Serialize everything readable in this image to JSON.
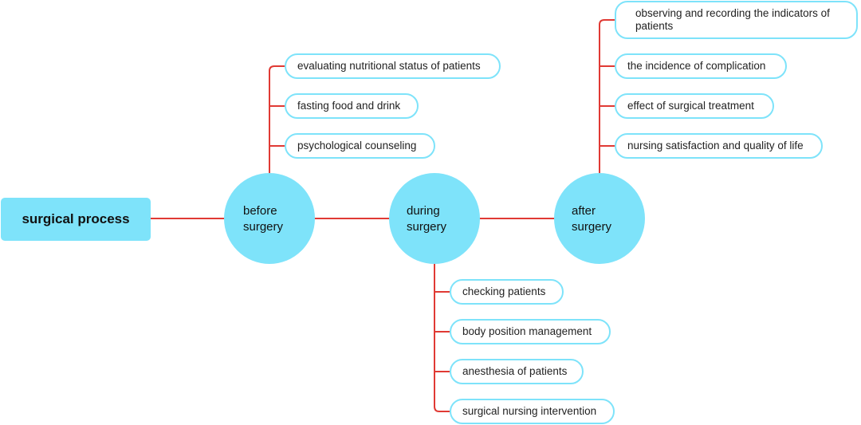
{
  "colors": {
    "accent": "#7ee3fa",
    "connector": "#e03a34"
  },
  "root": {
    "label": "surgical process"
  },
  "stages": [
    {
      "label": [
        "before",
        "surgery"
      ],
      "items": [
        "evaluating nutritional status of patients",
        "fasting food and drink",
        "psychological counseling"
      ]
    },
    {
      "label": [
        "during",
        "surgery"
      ],
      "items": [
        "checking patients",
        "body position management",
        "anesthesia of patients",
        "surgical nursing intervention"
      ]
    },
    {
      "label": [
        "after",
        "surgery"
      ],
      "items": [
        "observing and recording the indicators of patients",
        "the incidence of complication",
        "effect of surgical treatment",
        "nursing satisfaction and quality of life"
      ]
    }
  ]
}
